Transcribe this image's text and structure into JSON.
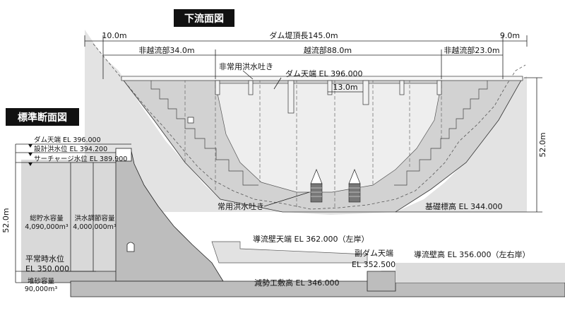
{
  "titles": {
    "downstream_view": "下流面図",
    "standard_section": "標準断面図"
  },
  "downstream": {
    "crest_length": "ダム堤頂長145.0m",
    "left_margin": "10.0m",
    "right_margin": "9.0m",
    "non_overflow_left": "非越流部34.0m",
    "overflow": "越流部88.0m",
    "non_overflow_right": "非越流部23.0m",
    "emergency_spillway": "非常用洪水吐き",
    "crest_elevation": "ダム天端 EL 396.000",
    "gate_pitch": "13.0m",
    "height": "52.0m",
    "regular_spillway": "常用洪水吐き",
    "foundation_elevation": "基礎標高 EL 344.000"
  },
  "section": {
    "crest": "ダム天端 EL 396.000",
    "design_flood_level": "設計洪水位 EL 394.200",
    "surcharge_level": "サーチャージ水位 EL 389.900",
    "height": "52.0m",
    "total_storage_label": "総貯水容量",
    "total_storage_value": "4,090,000m³",
    "flood_control_label": "洪水調節容量",
    "flood_control_value": "4,000,000m³",
    "normal_level_label": "平常時水位",
    "normal_level_value": "EL 350.000",
    "sediment_label": "堆砂容量",
    "sediment_value": "90,000m³",
    "training_wall_left": "導流壁天端 EL 362.000（左岸）",
    "sub_dam_label": "副ダム天端",
    "sub_dam_value": "EL 352.500",
    "training_wall_both": "導流壁高 EL 356.000（左右岸）",
    "stilling_basin": "減勢工敷高 EL 346.000"
  }
}
